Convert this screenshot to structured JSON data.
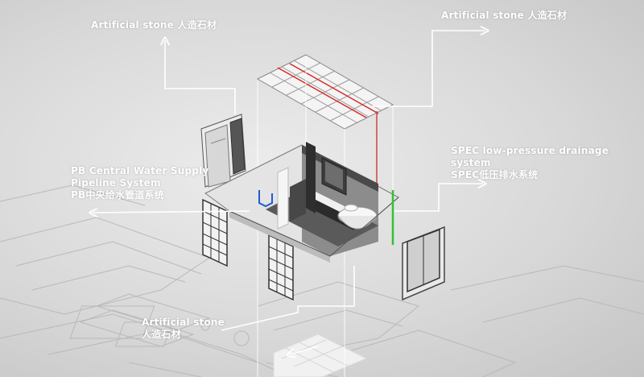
{
  "labels": {
    "top_left": "Artificial stone 人造石材",
    "top_right": "Artificial stone 人造石材",
    "left": {
      "line1": "PB Central Water Supply",
      "line2": "Pipeline System",
      "line3": "PB中央给水管道系统"
    },
    "right": {
      "line1": "SPEC low-pressure drainage",
      "line2": "system",
      "line3": "SPEC低压排水系统"
    },
    "bottom": {
      "line1": "Artificial stone",
      "line2": "人造石材"
    }
  },
  "colors": {
    "background": "#d9d9d9",
    "callout_line": "#ffffff",
    "supply_pipe": "#1e5bd6",
    "heating_pipe": "#d62424",
    "drain_pipe": "#2ec42e",
    "panel_dark": "#3a3a3a"
  }
}
